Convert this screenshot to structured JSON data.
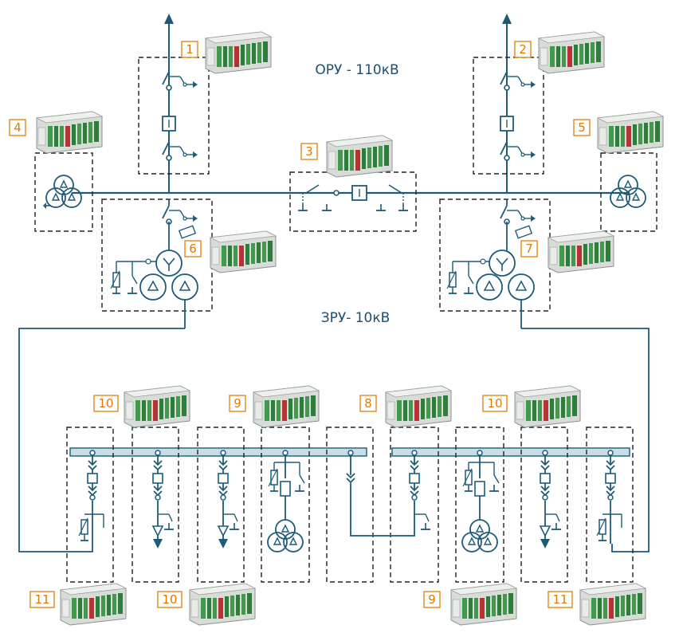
{
  "labels": {
    "oru": "ОРУ - 110кВ",
    "zru": "ЗРУ- 10кВ"
  },
  "badges": {
    "b1": "1",
    "b2": "2",
    "b3": "3",
    "b4": "4",
    "b5": "5",
    "b6": "6",
    "b7": "7",
    "b8": "8",
    "b9_top": "9",
    "b10_top_left": "10",
    "b10_top_right": "10",
    "b10_bottom": "10",
    "b11_left": "11",
    "b11_right": "11",
    "b9_bottom": "9"
  },
  "colors": {
    "line": "#1d5b78",
    "dash": "#222222",
    "badge_border": "#e08a1a",
    "badge_text": "#e07a00",
    "busbar_fill": "#c9dde6",
    "title_text": "#1a4f70"
  },
  "device_icon": "relay-protection-terminal-icon"
}
